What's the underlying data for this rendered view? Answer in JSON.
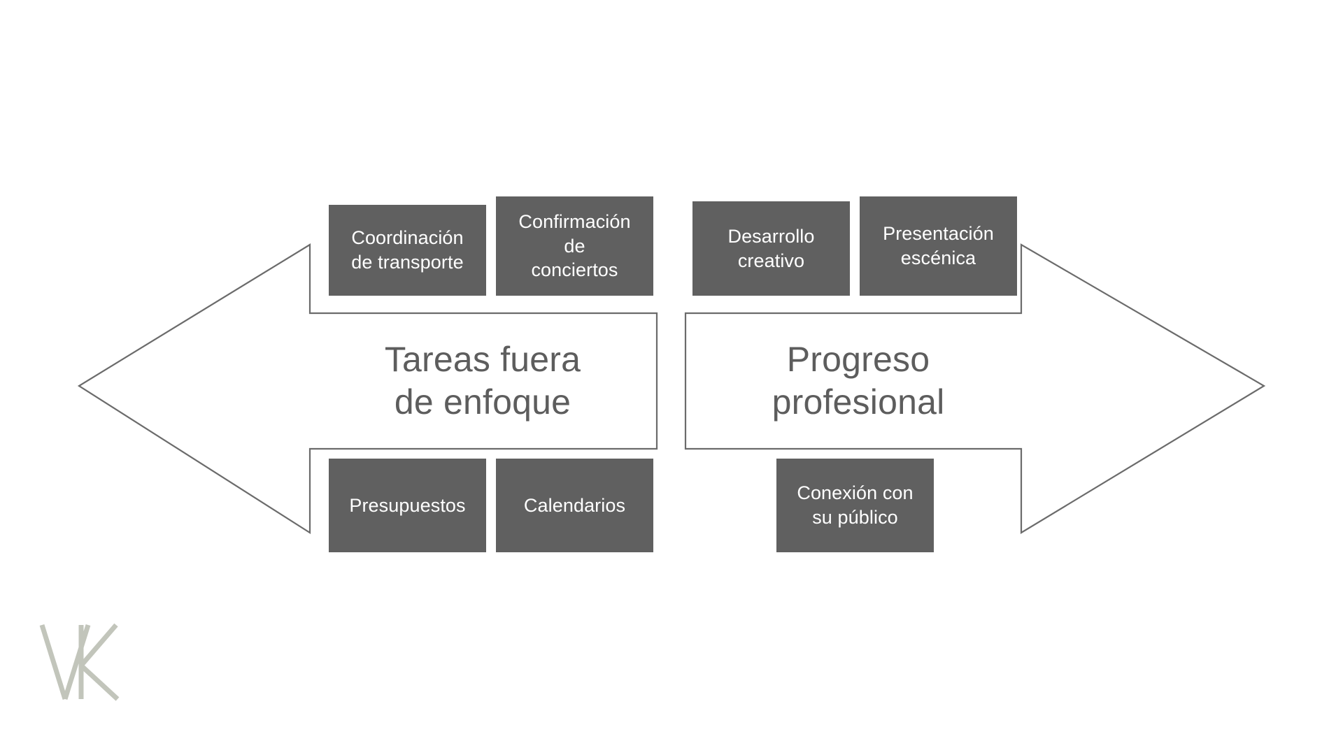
{
  "diagram": {
    "type": "double-headed-opposing-arrows",
    "background_color": "#ffffff",
    "box_fill_color": "#606060",
    "box_text_color": "#ffffff",
    "outline_color": "#6b6b6b",
    "title_color": "#5d5d5d",
    "logo_color": "#c2c5bb"
  },
  "left_arrow": {
    "direction": "left",
    "title": "Tareas fuera\nde enfoque",
    "top_boxes": [
      {
        "label": "Coordinación\nde transporte"
      },
      {
        "label": "Confirmación\nde\nconciertos"
      }
    ],
    "bottom_boxes": [
      {
        "label": "Presupuestos"
      },
      {
        "label": "Calendarios"
      }
    ]
  },
  "right_arrow": {
    "direction": "right",
    "title": "Progreso\nprofesional",
    "top_boxes": [
      {
        "label": "Desarrollo\ncreativo"
      },
      {
        "label": "Presentación\nescénica"
      }
    ],
    "bottom_boxes": [
      {
        "label": "Conexión con\nsu público"
      }
    ]
  },
  "brand": {
    "monogram": "VK"
  }
}
